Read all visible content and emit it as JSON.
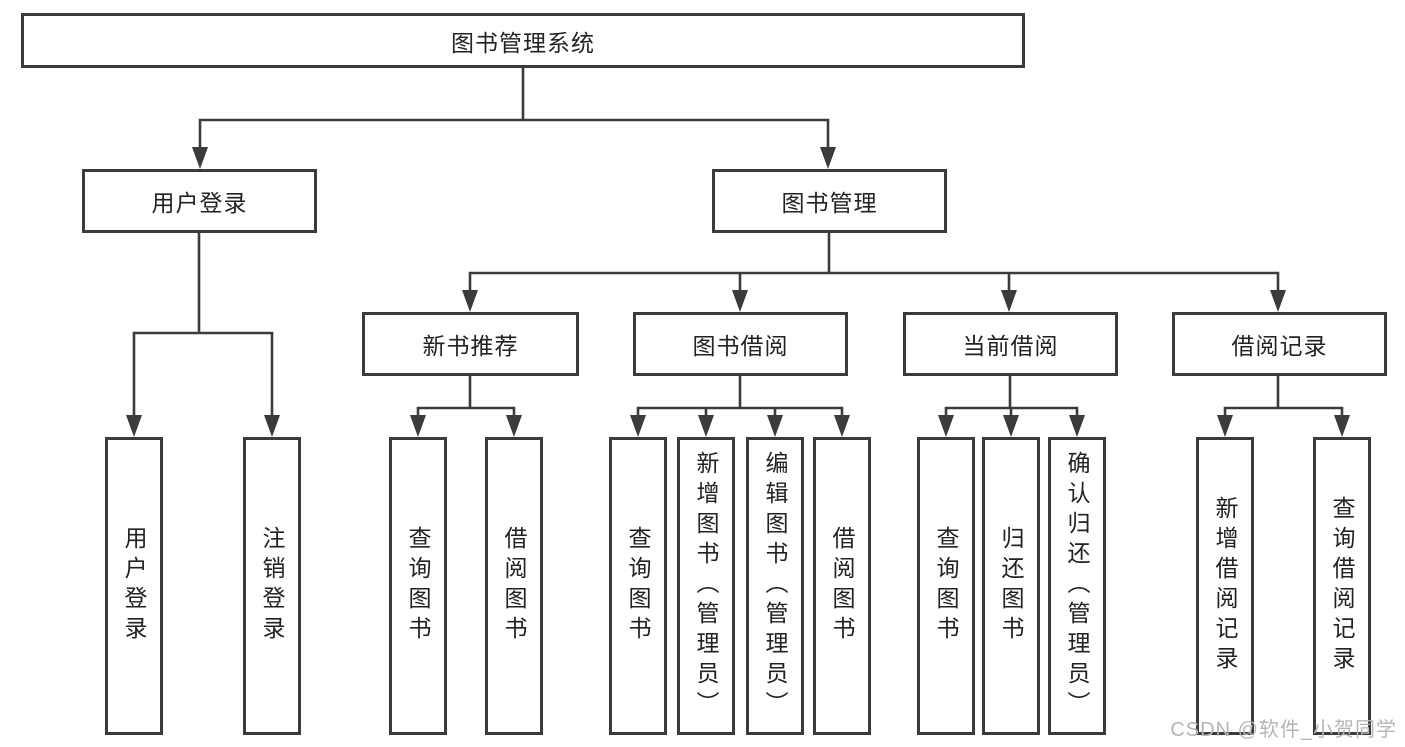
{
  "diagram_type": "function-structure-tree",
  "colors": {
    "line": "#3b3b3b",
    "box_border": "#3b3b3b",
    "text": "#222222",
    "watermark": "#b6b6b6",
    "background": "#ffffff"
  },
  "tree": {
    "label": "图书管理系统",
    "children": [
      {
        "label": "用户登录",
        "children": [
          {
            "label": "用户登录"
          },
          {
            "label": "注销登录"
          }
        ]
      },
      {
        "label": "图书管理",
        "children": [
          {
            "label": "新书推荐",
            "children": [
              {
                "label": "查询图书"
              },
              {
                "label": "借阅图书"
              }
            ]
          },
          {
            "label": "图书借阅",
            "children": [
              {
                "label": "查询图书"
              },
              {
                "label": "新增图书（管理员）"
              },
              {
                "label": "编辑图书（管理员）"
              },
              {
                "label": "借阅图书"
              }
            ]
          },
          {
            "label": "当前借阅",
            "children": [
              {
                "label": "查询图书"
              },
              {
                "label": "归还图书"
              },
              {
                "label": "确认归还（管理员）"
              }
            ]
          },
          {
            "label": "借阅记录",
            "children": [
              {
                "label": "新增借阅记录"
              },
              {
                "label": "查询借阅记录"
              }
            ]
          }
        ]
      }
    ]
  },
  "watermark": {
    "text": "CSDN @软件_小贺同学"
  }
}
